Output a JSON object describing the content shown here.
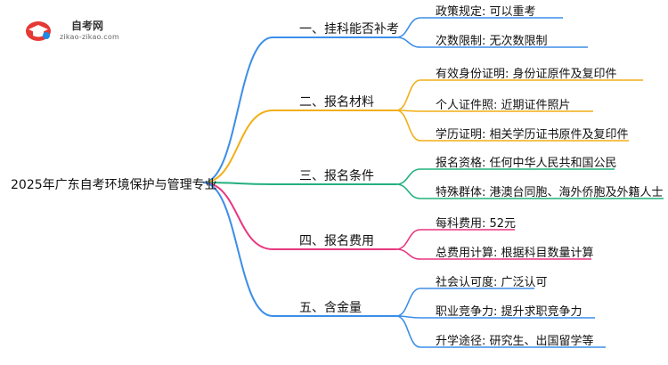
{
  "logo": {
    "title": "自考网",
    "subtitle": "zikao-zikao.com"
  },
  "root": {
    "label": "2025年广东自考环境保护与管理专业"
  },
  "branches": [
    {
      "label": "一、挂科能否补考",
      "color": "#3b8ee8",
      "leaves": [
        "政策规定: 可以重考",
        "次数限制: 无次数限制"
      ]
    },
    {
      "label": "二、报名材料",
      "color": "#f2ae16",
      "leaves": [
        "有效身份证明: 身份证原件及复印件",
        "个人证件照: 近期证件照片",
        "学历证明: 相关学历证书原件及复印件"
      ]
    },
    {
      "label": "三、报名条件",
      "color": "#22b07d",
      "leaves": [
        "报名资格: 任何中华人民共和国公民",
        "特殊群体: 港澳台同胞、海外侨胞及外籍人士"
      ]
    },
    {
      "label": "四、报名费用",
      "color": "#e8377f",
      "leaves": [
        "每科费用: 52元",
        "总费用计算: 根据科目数量计算"
      ]
    },
    {
      "label": "五、含金量",
      "color": "#3b8ee8",
      "leaves": [
        "社会认可度: 广泛认可",
        "职业竞争力: 提升求职竞争力",
        "升学途径: 研究生、出国留学等"
      ]
    }
  ]
}
